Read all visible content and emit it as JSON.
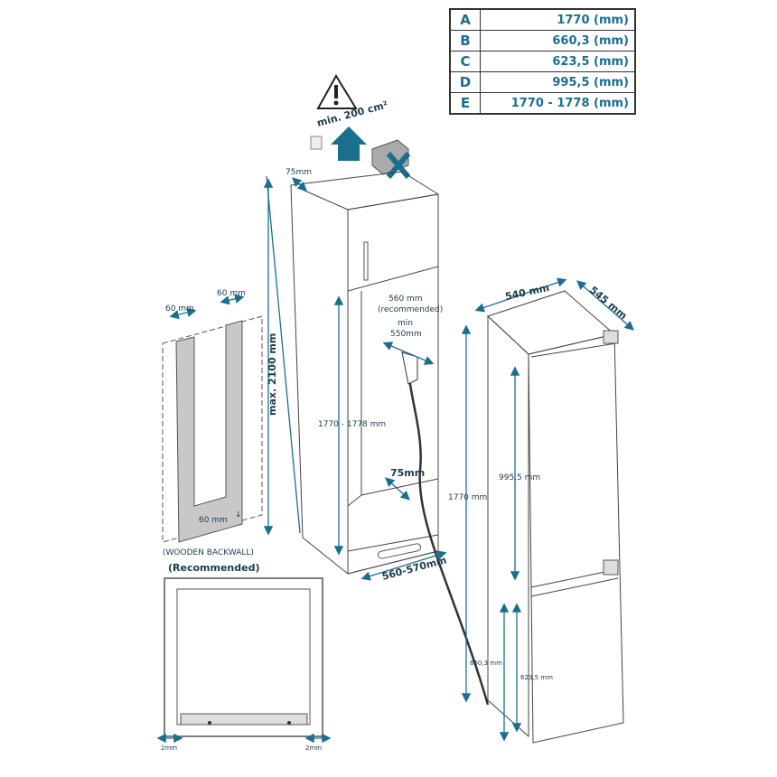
{
  "dimensions_table": [
    {
      "letter": "A",
      "value": "1770 (mm)"
    },
    {
      "letter": "B",
      "value": "660,3 (mm)"
    },
    {
      "letter": "C",
      "value": "623,5 (mm)"
    },
    {
      "letter": "D",
      "value": "995,5 (mm)"
    },
    {
      "letter": "E",
      "value": "1770 - 1778 (mm)"
    }
  ],
  "ventilation": {
    "label": "min. 200 cm²"
  },
  "cabinet": {
    "top_gap": "75mm",
    "max_height": "max. 2100 mm",
    "niche_height": "1770 - 1778  mm",
    "depth_recommended": "560 mm",
    "depth_recommended_note": "(recommended)",
    "depth_min": "min",
    "depth_min_value": "550mm",
    "bottom_gap": "75mm",
    "width": "560-570mm"
  },
  "backwall": {
    "slot_left": "60 mm",
    "slot_right": "60 mm",
    "slot_bottom": "60 mm",
    "title": "(WOODEN BACKWALL)",
    "note": "(Recommended)"
  },
  "fridge": {
    "width": "540 mm",
    "depth": "545 mm",
    "height": "1770  mm",
    "upper_door": "995,5  mm",
    "lower_door_b": "660,3  mm",
    "lower_door_c": "623,5  mm"
  },
  "bottom_view": {
    "gap_left": "2mm",
    "gap_right": "2mm"
  },
  "colors": {
    "accent": "#1a6f8f",
    "panel": "#c8c8c8"
  }
}
